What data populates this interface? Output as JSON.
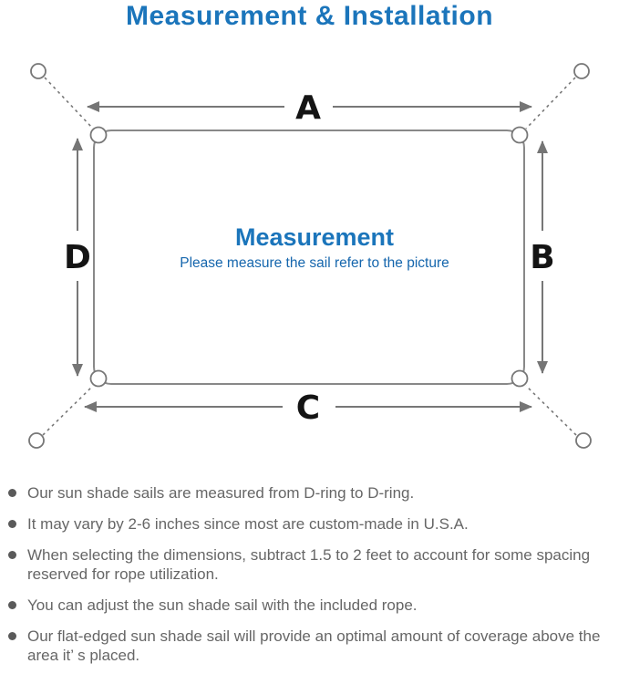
{
  "title": "Measurement & Installation",
  "colors": {
    "accent_blue": "#1b75bb",
    "subtitle_blue": "#1566ad",
    "line_gray": "#777777",
    "label_black": "#141414",
    "note_text_gray": "#666666"
  },
  "diagram": {
    "center_heading": "Measurement",
    "center_subtitle": "Please measure the sail refer to the picture",
    "labels": {
      "top": "A",
      "right": "B",
      "bottom": "C",
      "left": "D"
    }
  },
  "notes": [
    "Our sun shade sails are measured from D-ring to D-ring.",
    "It may vary by 2-6 inches since most are custom-made in U.S.A.",
    "When selecting the dimensions, subtract 1.5 to 2 feet to account for some spacing reserved for rope utilization.",
    "You can adjust the sun shade sail with the included rope.",
    "Our flat-edged sun shade sail will provide an optimal amount of coverage above the area it’ s placed."
  ]
}
